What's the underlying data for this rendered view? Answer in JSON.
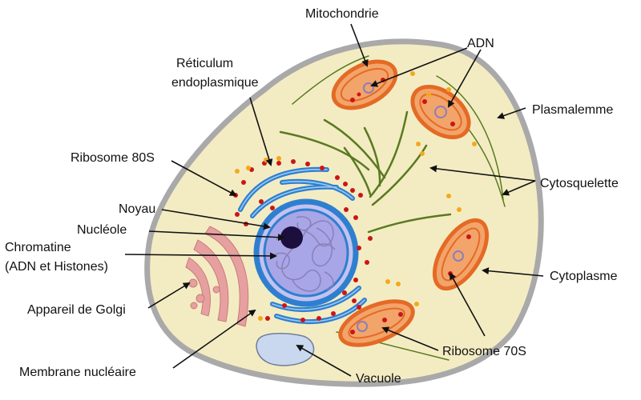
{
  "labels": {
    "mitochondrie": "Mitochondrie",
    "adn": "ADN",
    "reticulum_line1": "Réticulum",
    "reticulum_line2": "endoplasmique",
    "plasmalemme": "Plasmalemme",
    "ribosome80s": "Ribosome 80S",
    "cytosquelette": "Cytosquelette",
    "noyau": "Noyau",
    "nucleole": "Nucléole",
    "chromatine_line1": "Chromatine",
    "chromatine_line2": "(ADN et Histones)",
    "cytoplasme": "Cytoplasme",
    "golgi": "Appareil de Golgi",
    "ribosome70s": "Ribosome 70S",
    "membrane_nucleaire": "Membrane nucléaire",
    "vacuole": "Vacuole"
  },
  "colors": {
    "cell_membrane": "#a9a9a9",
    "cytoplasm": "#f3ecc3",
    "nucleus_membrane": "#2f7fd0",
    "nucleoplasm": "#a8a6e6",
    "nucleolus": "#1c0f3d",
    "mitochondria_outer": "#e46a25",
    "mitochondria_inner": "#f2a46a",
    "ribosome": "#cc1515",
    "golgi": "#e7a0a0",
    "vacuole": "#c9d8ef",
    "cytoskeleton": "#5a7a20",
    "vesicle": "#f4a81d"
  }
}
